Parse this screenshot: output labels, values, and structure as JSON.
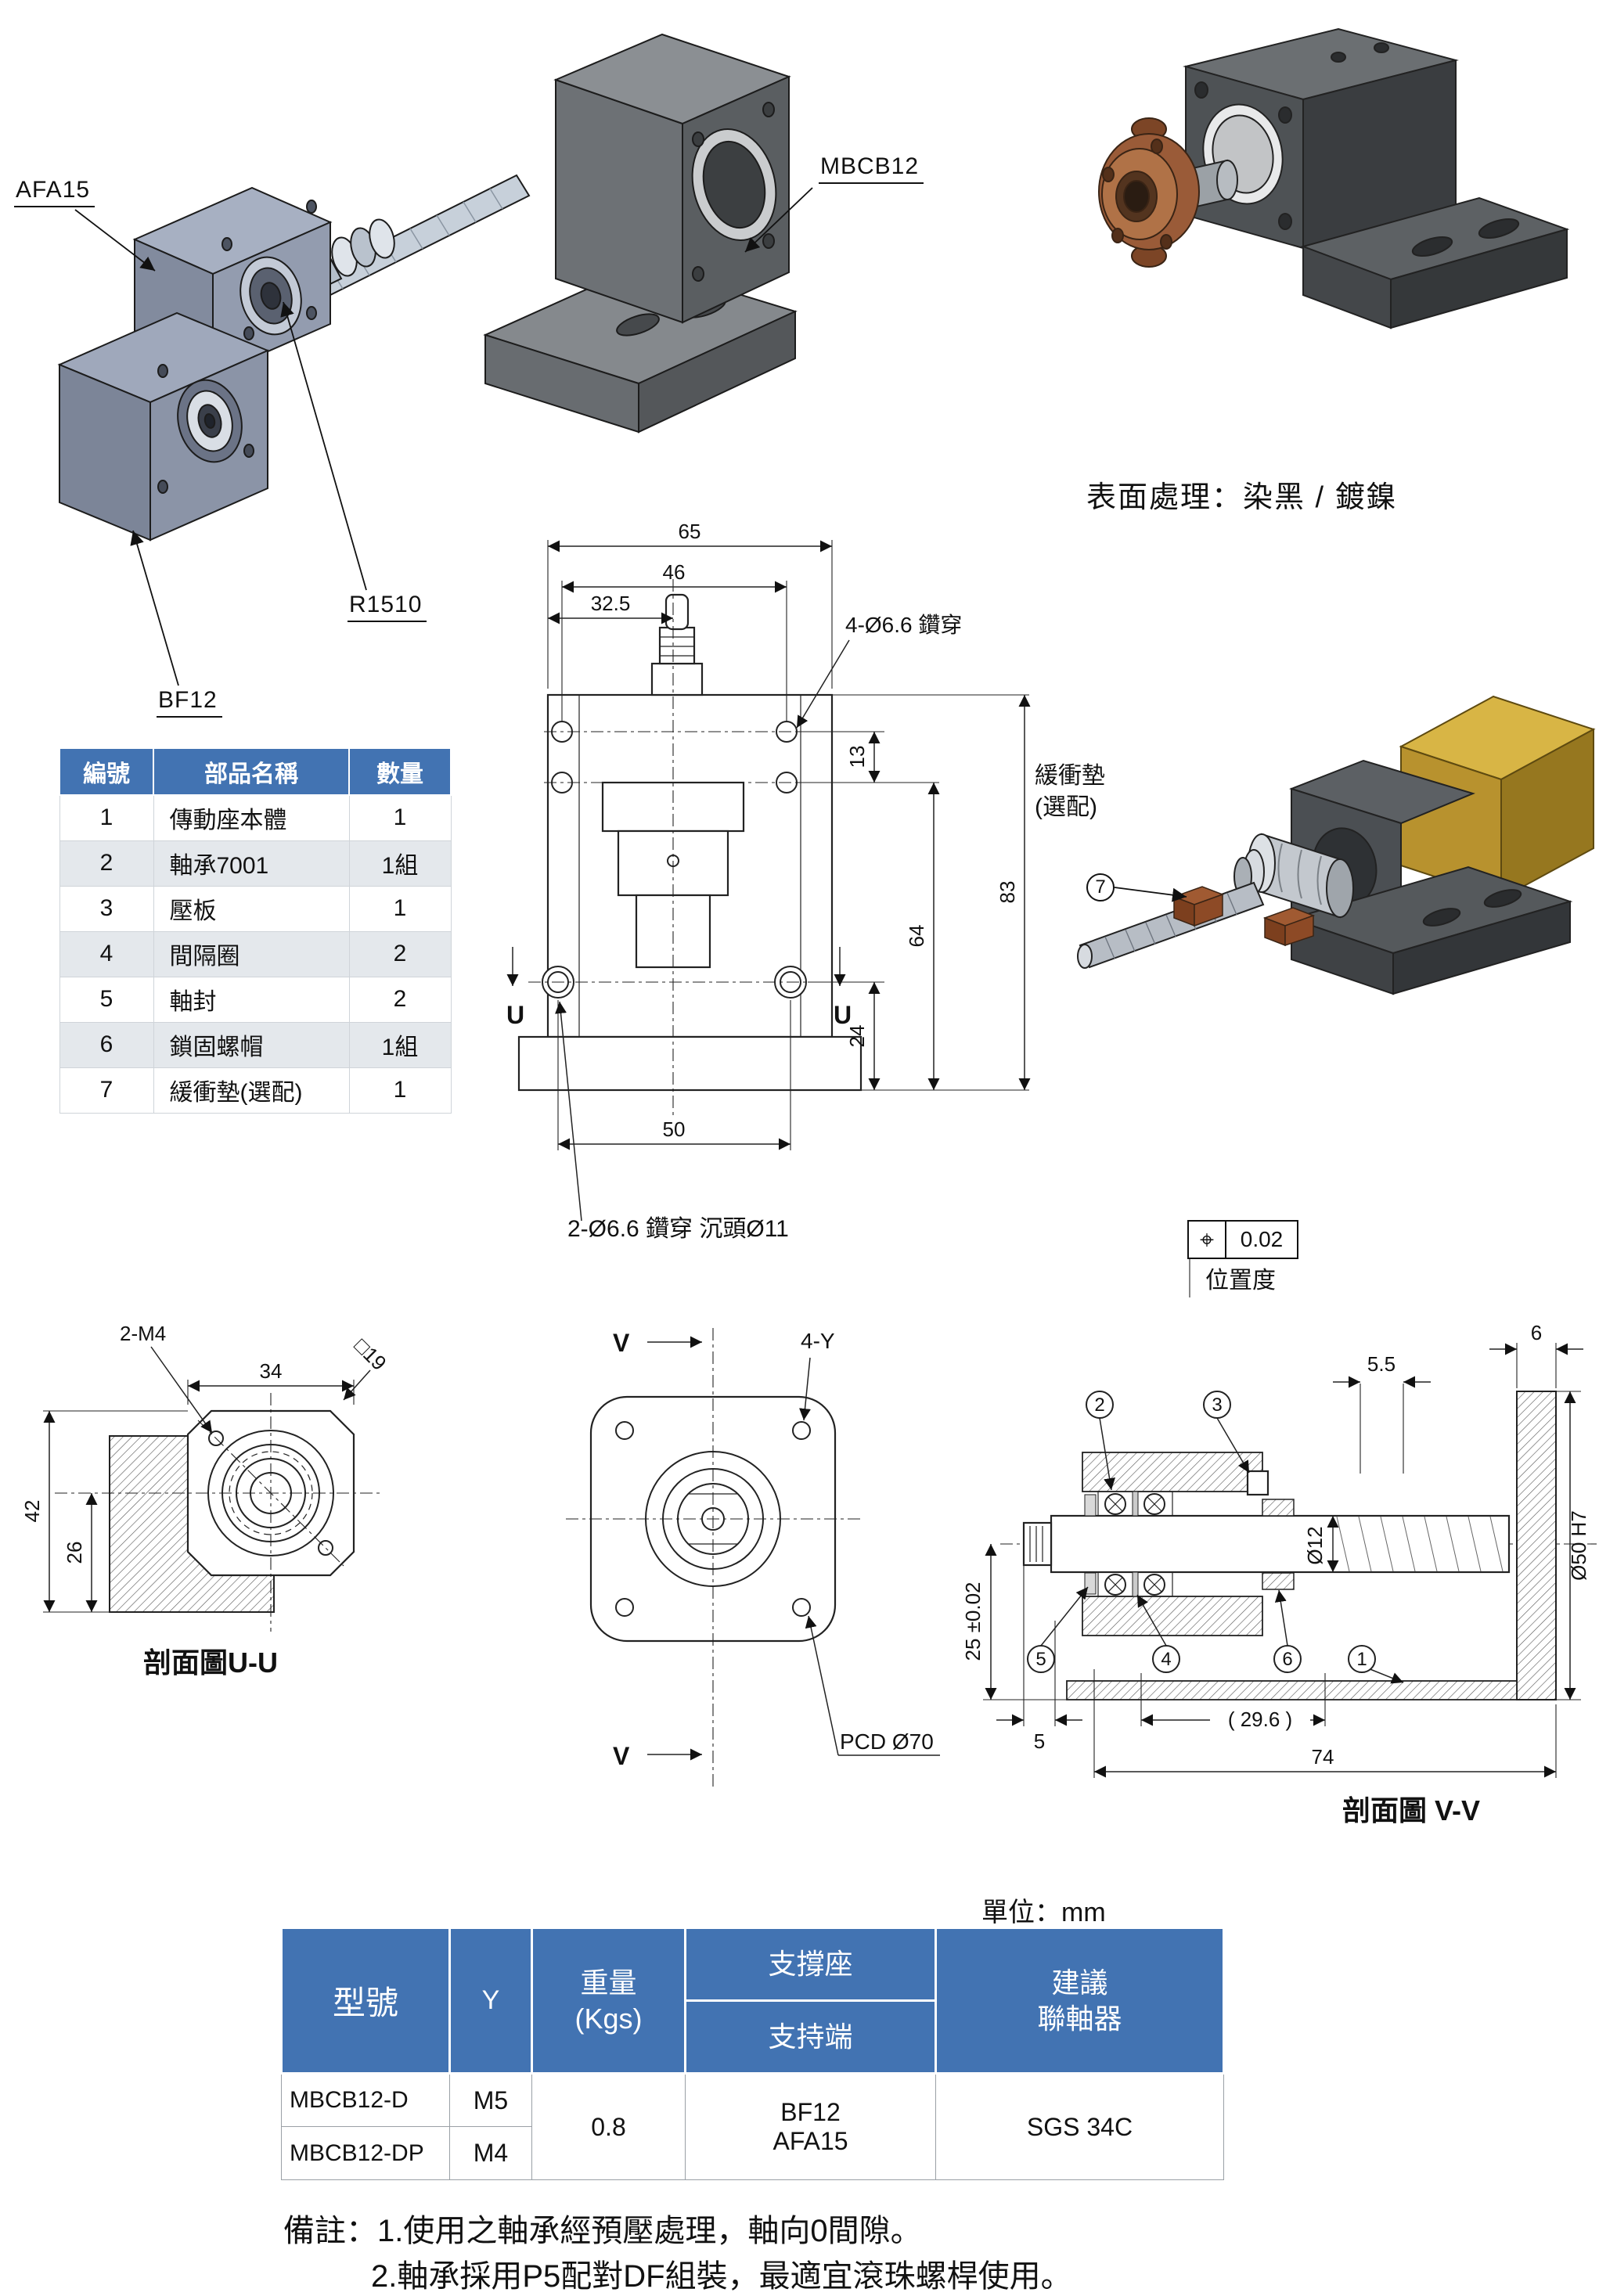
{
  "exploded": {
    "label_afa15": "AFA15",
    "label_mbcb12": "MBCB12",
    "label_r1510": "R1510",
    "label_bf12": "BF12"
  },
  "render_top": {
    "caption": "表面處理：染黑 / 鍍鎳"
  },
  "render_mid": {
    "buffer_line1": "緩衝墊",
    "buffer_line2": "(選配)",
    "balloon": "7"
  },
  "parts_table": {
    "headers": {
      "no": "編號",
      "name": "部品名稱",
      "qty": "數量"
    },
    "rows": [
      {
        "no": "1",
        "name": "傳動座本體",
        "qty": "1"
      },
      {
        "no": "2",
        "name": "軸承7001",
        "qty": "1組"
      },
      {
        "no": "3",
        "name": "壓板",
        "qty": "1"
      },
      {
        "no": "4",
        "name": "間隔圈",
        "qty": "2"
      },
      {
        "no": "5",
        "name": "軸封",
        "qty": "2"
      },
      {
        "no": "6",
        "name": "鎖固螺帽",
        "qty": "1組"
      },
      {
        "no": "7",
        "name": "緩衝墊(選配)",
        "qty": "1"
      }
    ]
  },
  "front_view": {
    "dim_65": "65",
    "dim_46": "46",
    "dim_32_5": "32.5",
    "holes_top": "4-Ø6.6 鑽穿",
    "dim_13": "13",
    "dim_83": "83",
    "dim_64": "64",
    "dim_24": "24",
    "dim_50": "50",
    "section_u": "U",
    "holes_bottom": "2-Ø6.6 鑽穿 沉頭Ø11"
  },
  "tolerance": {
    "symbol": "⌖",
    "value": "0.02",
    "label": "位置度"
  },
  "section_uu": {
    "dim_2m4": "2-M4",
    "dim_34": "34",
    "dim_sq19": "□19",
    "dim_42": "42",
    "dim_26": "26",
    "title": "剖面圖U-U"
  },
  "view_v": {
    "marker": "V",
    "dim_4y": "4-Y",
    "pcd": "PCD Ø70"
  },
  "section_vv": {
    "dim_5_5": "5.5",
    "dim_6": "6",
    "dim_dia12": "Ø12",
    "dim_dia50": "Ø50 H7",
    "dim_25": "25 ±0.02",
    "dim_5": "5",
    "dim_29_6": "( 29.6 )",
    "dim_74": "74",
    "balloons": {
      "b1": "1",
      "b2": "2",
      "b3": "3",
      "b4": "4",
      "b5": "5",
      "b6": "6"
    },
    "title": "剖面圖 V-V"
  },
  "spec_table": {
    "unit": "單位：mm",
    "col_model": "型號",
    "col_y": "Y",
    "col_weight_1": "重量",
    "col_weight_2": "(Kgs)",
    "col_support_top": "支撐座",
    "col_support_bottom": "支持端",
    "col_coupling_1": "建議",
    "col_coupling_2": "聯軸器",
    "row1_model": "MBCB12-D",
    "row1_y": "M5",
    "row2_model": "MBCB12-DP",
    "row2_y": "M4",
    "weight": "0.8",
    "support_1": "BF12",
    "support_2": "AFA15",
    "coupling": "SGS 34C"
  },
  "notes": {
    "line1": "備註：1.使用之軸承經預壓處理，軸向0間隙。",
    "line2": "2.軸承採用P5配對DF組裝，最適宜滾珠螺桿使用。"
  },
  "colors": {
    "table_header": "#4273b2",
    "row_alt": "#e4e8ec",
    "copper": "#9a5b38",
    "brass": "#c9a227",
    "steel_dark": "#4a4e52",
    "steel_blue": "#97a0b4"
  }
}
